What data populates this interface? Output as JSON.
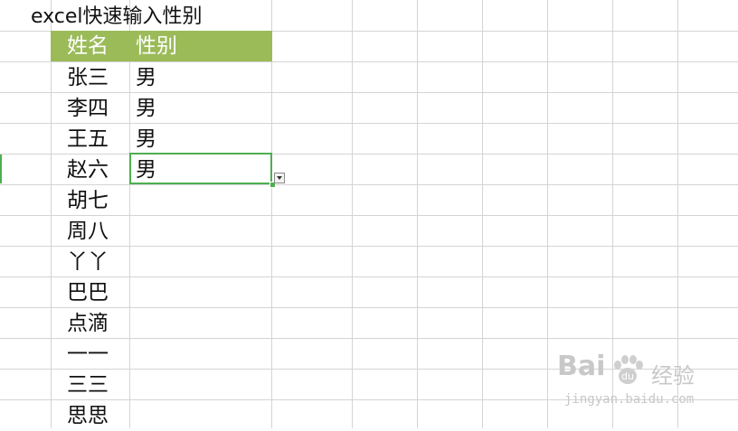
{
  "title": "excel快速输入性别",
  "table": {
    "headers": [
      "姓名",
      "性别"
    ],
    "rows": [
      {
        "name": "张三",
        "gender": "男"
      },
      {
        "name": "李四",
        "gender": "男"
      },
      {
        "name": "王五",
        "gender": "男"
      },
      {
        "name": "赵六",
        "gender": "男"
      },
      {
        "name": "胡七",
        "gender": ""
      },
      {
        "name": "周八",
        "gender": ""
      },
      {
        "name": "丫丫",
        "gender": ""
      },
      {
        "name": "巴巴",
        "gender": ""
      },
      {
        "name": "点滴",
        "gender": ""
      },
      {
        "name": "一一",
        "gender": ""
      },
      {
        "name": "三三",
        "gender": ""
      },
      {
        "name": "思思",
        "gender": ""
      }
    ]
  },
  "active_cell": {
    "value": "男",
    "has_dropdown": true
  },
  "colors": {
    "header_fill": "#9bbb59",
    "header_text": "#ffffff",
    "selection_border": "#4caf50",
    "gridline": "#d4d4d4"
  },
  "watermark": {
    "logo_text": "Bai",
    "logo_text_after": "经验",
    "url": "jingyan.baidu.com"
  }
}
